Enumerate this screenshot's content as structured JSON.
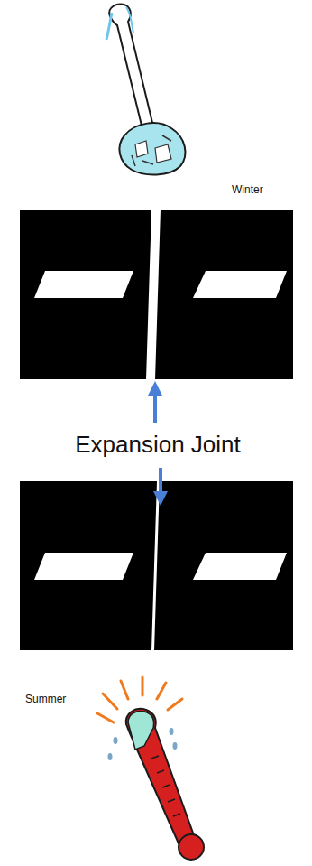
{
  "diagram": {
    "labels": [
      "Winter",
      "Expansion Joint",
      "Summer"
    ]
  }
}
